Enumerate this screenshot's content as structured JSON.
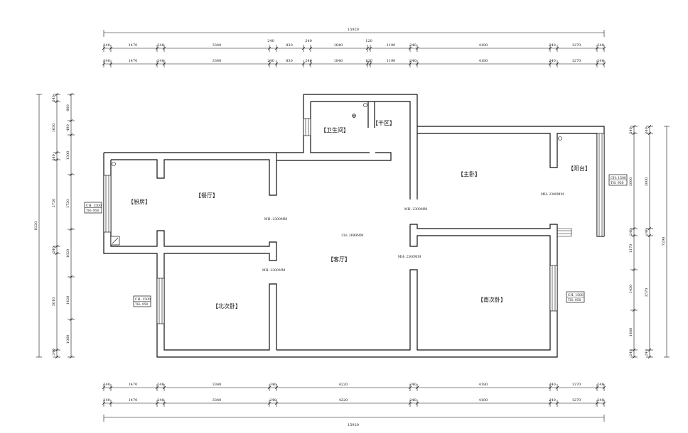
{
  "dimensions": {
    "top_total": "15920",
    "top_row1": [
      "240",
      "1470",
      "240",
      "3340",
      "240",
      "830",
      "240",
      "1840",
      "120",
      "1190",
      "240",
      "4180",
      "240",
      "1270",
      "240"
    ],
    "top_row2": [
      "240",
      "1470",
      "240",
      "3340",
      "240",
      "830",
      "240",
      "1840",
      "120",
      "1190",
      "240",
      "4180",
      "240",
      "1270",
      "240"
    ],
    "bottom_row1": [
      "240",
      "1470",
      "240",
      "3340",
      "240",
      "4220",
      "240",
      "4180",
      "240",
      "1270",
      "240"
    ],
    "bottom_row2": [
      "240",
      "1470",
      "240",
      "3340",
      "240",
      "4220",
      "240",
      "4180",
      "240",
      "1270",
      "240"
    ],
    "bottom_total": "15920",
    "left_total": "8320",
    "left_col1": [
      "240",
      "1630",
      "240",
      "2720",
      "240",
      "3010",
      "240"
    ],
    "left_col2": [
      "800",
      "490",
      "1300",
      "1720",
      "1620",
      "1420",
      "1060"
    ],
    "right_col1": [
      "240",
      "3000",
      "240",
      "1170",
      "1430",
      "1460",
      "240"
    ],
    "right_col2": [
      "240",
      "3000",
      "240",
      "3570",
      "240"
    ],
    "right_total": "7290"
  },
  "rooms": {
    "bathroom": "【卫生间】",
    "dry_area": "【干区】",
    "master_bedroom": "【主卧】",
    "balcony": "【阳台】",
    "kitchen": "【厨房】",
    "dining": "【餐厅】",
    "living": "【客厅】",
    "north_bedroom": "【北次卧】",
    "south_bedroom": "【南次卧】"
  },
  "annotations": {
    "mh_dining": "MH: 2300MM",
    "mh_north": "MH: 2300MM",
    "mh_master": "MH: 2300MM",
    "mh_south": "MH: 2300MM",
    "mh_balcony": "MH: 2300MM",
    "ch_living": "CH: 2690MM"
  },
  "windows": {
    "kitchen": [
      "CH: 1500",
      "TH: 950"
    ],
    "north": [
      "CH: 1500",
      "TH: 950"
    ],
    "balcony": [
      "CH: 1500",
      "TH: 950"
    ],
    "south": [
      "CH: 1500",
      "TH: 950"
    ]
  }
}
